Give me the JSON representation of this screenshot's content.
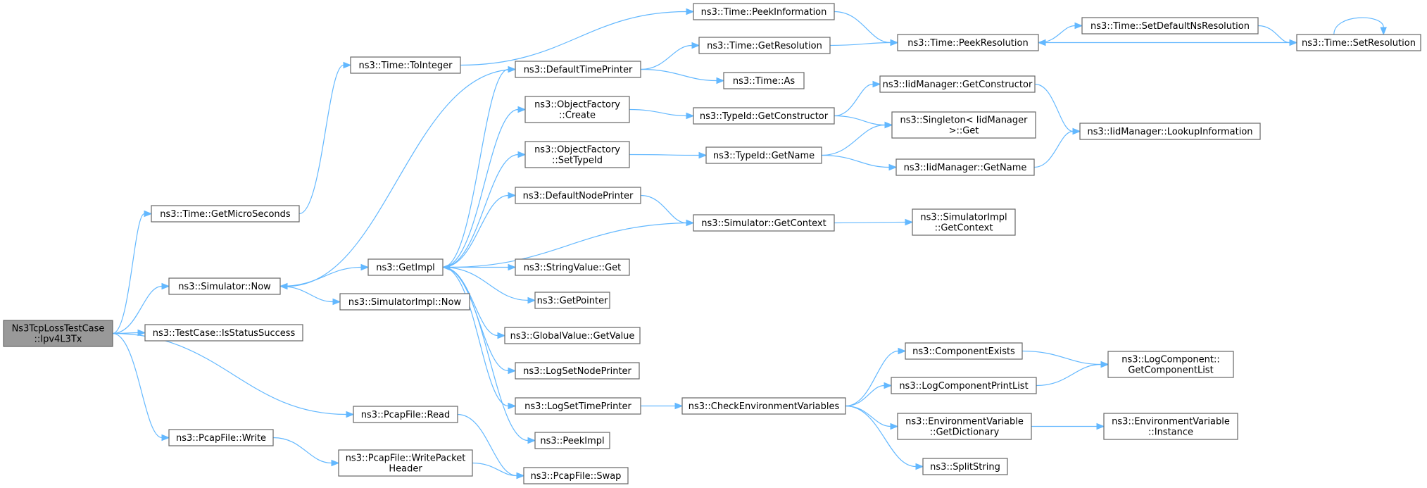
{
  "colors": {
    "edge": "#63b8ff",
    "node_border": "#666666",
    "root_fill": "#999999",
    "node_fill": "#ffffff"
  },
  "nodes": [
    {
      "id": "root",
      "lines": [
        "Ns3TcpLossTestCase",
        "::Ipv4L3Tx"
      ],
      "root": true
    },
    {
      "id": "getmicro",
      "lines": [
        "ns3::Time::GetMicroSeconds"
      ]
    },
    {
      "id": "simnow",
      "lines": [
        "ns3::Simulator::Now"
      ]
    },
    {
      "id": "isstatus",
      "lines": [
        "ns3::TestCase::IsStatusSuccess"
      ]
    },
    {
      "id": "pcapwrite",
      "lines": [
        "ns3::PcapFile::Write"
      ]
    },
    {
      "id": "tointeger",
      "lines": [
        "ns3::Time::ToInteger"
      ]
    },
    {
      "id": "getimpl",
      "lines": [
        "ns3::GetImpl"
      ]
    },
    {
      "id": "simimplnow",
      "lines": [
        "ns3::SimulatorImpl::Now"
      ]
    },
    {
      "id": "pcapread",
      "lines": [
        "ns3::PcapFile::Read"
      ]
    },
    {
      "id": "writepkt",
      "lines": [
        "ns3::PcapFile::WritePacket",
        "Header"
      ]
    },
    {
      "id": "defaulttime",
      "lines": [
        "ns3::DefaultTimePrinter"
      ]
    },
    {
      "id": "ofcreate",
      "lines": [
        "ns3::ObjectFactory",
        "::Create"
      ]
    },
    {
      "id": "ofsettype",
      "lines": [
        "ns3::ObjectFactory",
        "::SetTypeId"
      ]
    },
    {
      "id": "defaultnode",
      "lines": [
        "ns3::DefaultNodePrinter"
      ]
    },
    {
      "id": "strget",
      "lines": [
        "ns3::StringValue::Get"
      ]
    },
    {
      "id": "getpointer",
      "lines": [
        "ns3::GetPointer"
      ]
    },
    {
      "id": "gvgetvalue",
      "lines": [
        "ns3::GlobalValue::GetValue"
      ]
    },
    {
      "id": "logsetnode",
      "lines": [
        "ns3::LogSetNodePrinter"
      ]
    },
    {
      "id": "logsettime",
      "lines": [
        "ns3::LogSetTimePrinter"
      ]
    },
    {
      "id": "peekimpl",
      "lines": [
        "ns3::PeekImpl"
      ]
    },
    {
      "id": "pcapswap",
      "lines": [
        "ns3::PcapFile::Swap"
      ]
    },
    {
      "id": "peekinfo",
      "lines": [
        "ns3::Time::PeekInformation"
      ]
    },
    {
      "id": "getres",
      "lines": [
        "ns3::Time::GetResolution"
      ]
    },
    {
      "id": "timeas",
      "lines": [
        "ns3::Time::As"
      ]
    },
    {
      "id": "tidgetctor",
      "lines": [
        "ns3::TypeId::GetConstructor"
      ]
    },
    {
      "id": "tidgetname",
      "lines": [
        "ns3::TypeId::GetName"
      ]
    },
    {
      "id": "simgetctx",
      "lines": [
        "ns3::Simulator::GetContext"
      ]
    },
    {
      "id": "checkenv",
      "lines": [
        "ns3::CheckEnvironmentVariables"
      ]
    },
    {
      "id": "peekres",
      "lines": [
        "ns3::Time::PeekResolution"
      ]
    },
    {
      "id": "iidgetctor",
      "lines": [
        "ns3::IidManager::GetConstructor"
      ]
    },
    {
      "id": "singleton",
      "lines": [
        "ns3::Singleton< IidManager",
        ">::Get"
      ]
    },
    {
      "id": "iidgetname",
      "lines": [
        "ns3::IidManager::GetName"
      ]
    },
    {
      "id": "simimplctx",
      "lines": [
        "ns3::SimulatorImpl",
        "::GetContext"
      ]
    },
    {
      "id": "compexists",
      "lines": [
        "ns3::ComponentExists"
      ]
    },
    {
      "id": "logprintlist",
      "lines": [
        "ns3::LogComponentPrintList"
      ]
    },
    {
      "id": "envgetdict",
      "lines": [
        "ns3::EnvironmentVariable",
        "::GetDictionary"
      ]
    },
    {
      "id": "splitstring",
      "lines": [
        "ns3::SplitString"
      ]
    },
    {
      "id": "setdefaultns",
      "lines": [
        "ns3::Time::SetDefaultNsResolution"
      ]
    },
    {
      "id": "iidlookup",
      "lines": [
        "ns3::IidManager::LookupInformation"
      ]
    },
    {
      "id": "logcomplist",
      "lines": [
        "ns3::LogComponent::",
        "GetComponentList"
      ]
    },
    {
      "id": "envinstance",
      "lines": [
        "ns3::EnvironmentVariable",
        "::Instance"
      ]
    },
    {
      "id": "setres",
      "lines": [
        "ns3::Time::SetResolution"
      ]
    }
  ],
  "edges": [
    [
      "root",
      "getmicro"
    ],
    [
      "root",
      "simnow"
    ],
    [
      "root",
      "isstatus"
    ],
    [
      "root",
      "pcapwrite"
    ],
    [
      "root",
      "pcapread"
    ],
    [
      "getmicro",
      "tointeger"
    ],
    [
      "tointeger",
      "peekinfo"
    ],
    [
      "simnow",
      "getimpl"
    ],
    [
      "simnow",
      "simimplnow"
    ],
    [
      "pcapwrite",
      "writepkt"
    ],
    [
      "writepkt",
      "pcapswap"
    ],
    [
      "pcapread",
      "pcapswap"
    ],
    [
      "getimpl",
      "defaulttime"
    ],
    [
      "getimpl",
      "ofcreate"
    ],
    [
      "getimpl",
      "ofsettype"
    ],
    [
      "getimpl",
      "defaultnode"
    ],
    [
      "getimpl",
      "strget"
    ],
    [
      "getimpl",
      "getpointer"
    ],
    [
      "getimpl",
      "gvgetvalue"
    ],
    [
      "getimpl",
      "logsetnode"
    ],
    [
      "getimpl",
      "logsettime"
    ],
    [
      "getimpl",
      "peekimpl"
    ],
    [
      "defaulttime",
      "simnow"
    ],
    [
      "defaulttime",
      "getres"
    ],
    [
      "defaulttime",
      "timeas"
    ],
    [
      "ofcreate",
      "tidgetctor"
    ],
    [
      "ofsettype",
      "tidgetname"
    ],
    [
      "defaultnode",
      "simgetctx"
    ],
    [
      "simgetctx",
      "getimpl"
    ],
    [
      "simgetctx",
      "simimplctx"
    ],
    [
      "logsettime",
      "checkenv"
    ],
    [
      "peekinfo",
      "peekres"
    ],
    [
      "getres",
      "peekres"
    ],
    [
      "peekres",
      "setdefaultns"
    ],
    [
      "setdefaultns",
      "setres"
    ],
    [
      "setres",
      "peekres"
    ],
    [
      "setres",
      "setres"
    ],
    [
      "tidgetctor",
      "iidgetctor"
    ],
    [
      "tidgetctor",
      "singleton"
    ],
    [
      "tidgetname",
      "singleton"
    ],
    [
      "tidgetname",
      "iidgetname"
    ],
    [
      "iidgetctor",
      "iidlookup"
    ],
    [
      "iidgetname",
      "iidlookup"
    ],
    [
      "checkenv",
      "compexists"
    ],
    [
      "checkenv",
      "logprintlist"
    ],
    [
      "checkenv",
      "envgetdict"
    ],
    [
      "checkenv",
      "splitstring"
    ],
    [
      "compexists",
      "logcomplist"
    ],
    [
      "logprintlist",
      "logcomplist"
    ],
    [
      "envgetdict",
      "envinstance"
    ]
  ]
}
